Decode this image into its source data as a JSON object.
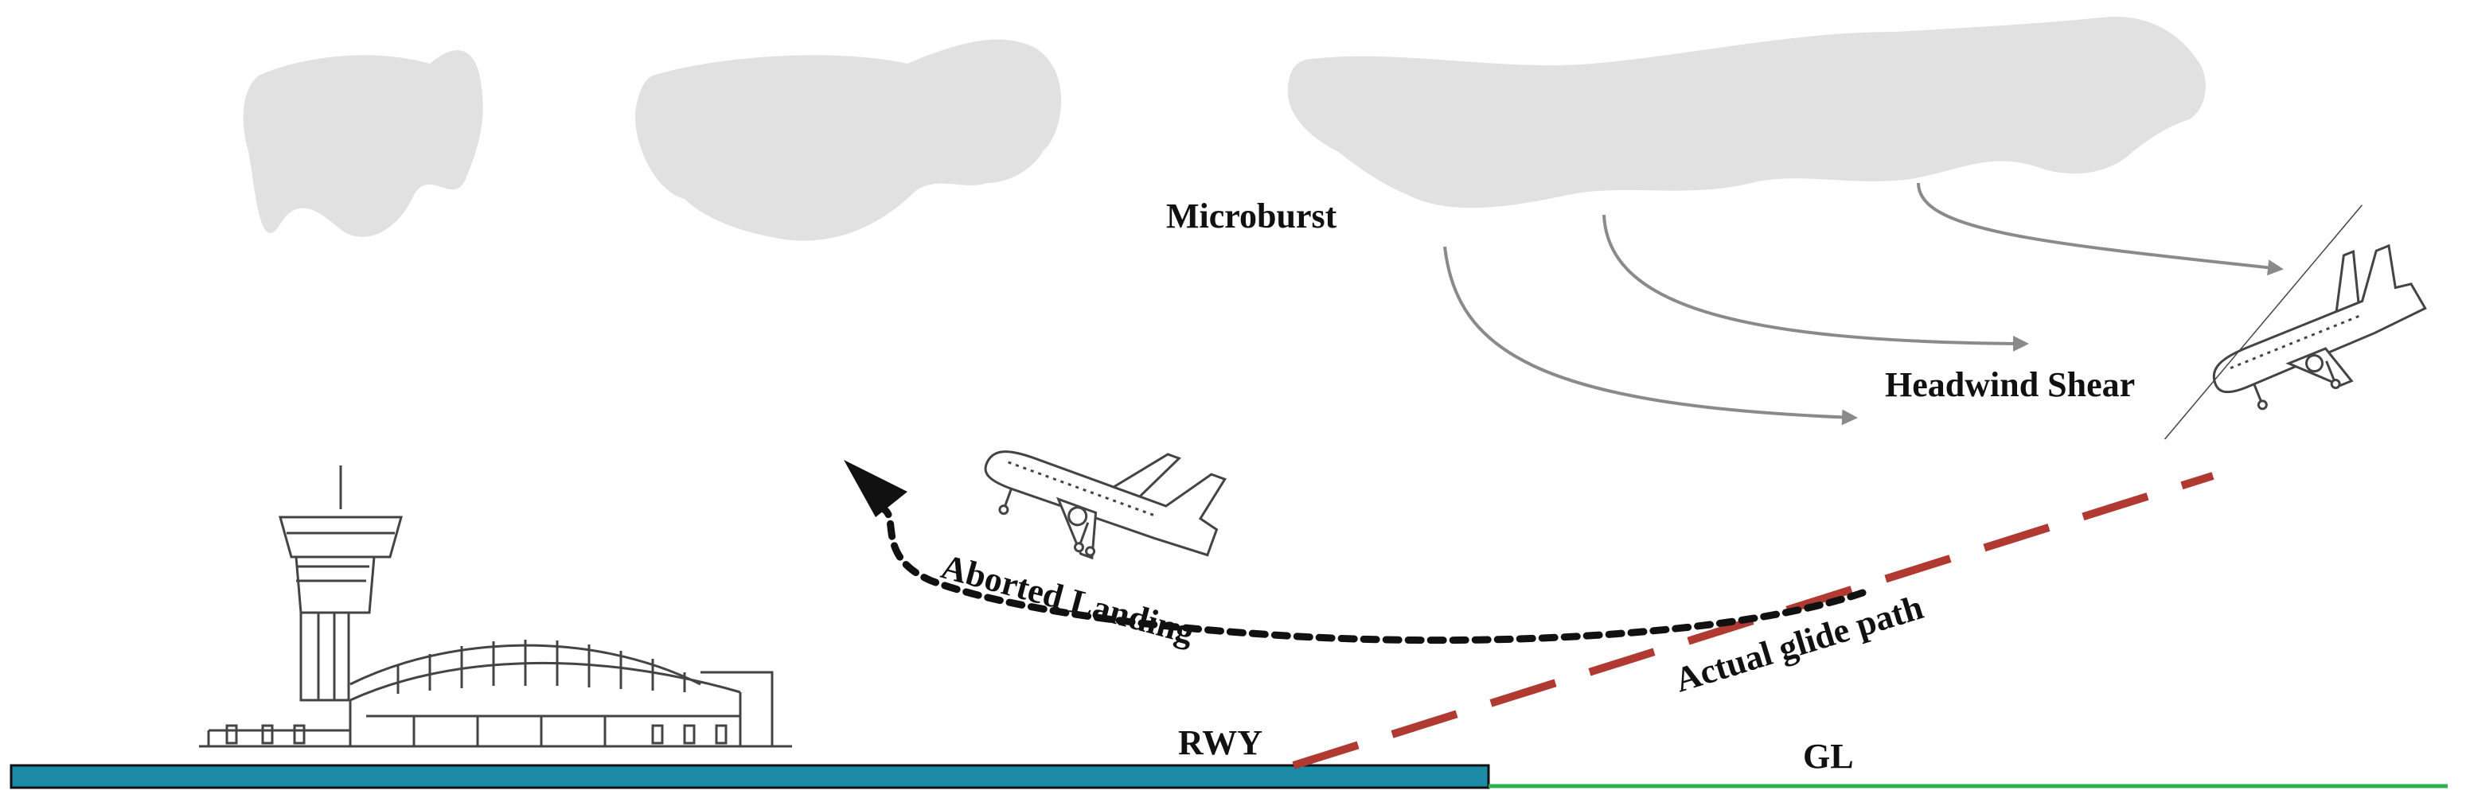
{
  "labels": {
    "microburst": "Microburst",
    "headwind_shear": "Headwind Shear",
    "aborted_landing": "Aborted Landing",
    "actual_glide_path": "Actual glide path",
    "runway": "RWY",
    "ground_level": "GL"
  },
  "icons": {
    "clouds": "cloud-icon",
    "wind_arrows": "wind-arrow-icon",
    "airport": "airport-terminal-icon",
    "approaching_plane": "airplane-approach-icon",
    "climbing_plane": "airplane-climb-icon"
  },
  "colors": {
    "cloud": "#e1e1e1",
    "wind_arrow": "#8a8a8a",
    "glide_path": "#b03a32",
    "aborted_path": "#111111",
    "runway": "#1b8ba8",
    "ground_line": "#2bb34f",
    "line_art": "#444444"
  }
}
